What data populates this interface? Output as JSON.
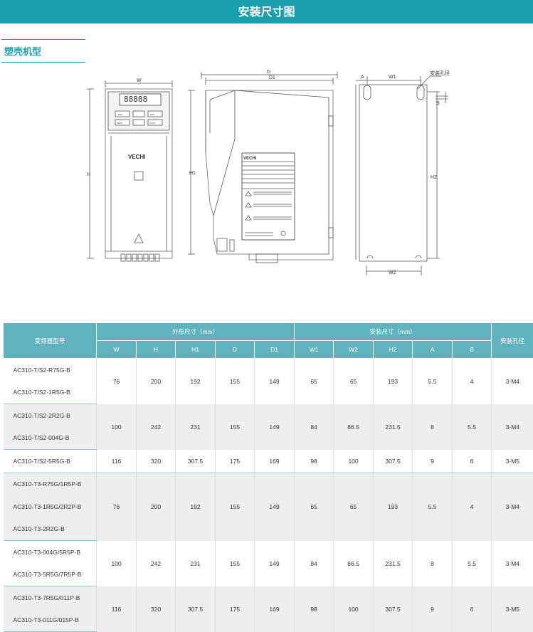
{
  "page": {
    "title": "安装尺寸图",
    "section": "塑壳机型"
  },
  "drawing": {
    "front": {
      "W": "W",
      "H": "H",
      "brand": "VECHI",
      "display": "88888",
      "keys": [
        "PRG",
        "RUN",
        "SHIFT",
        "STOP"
      ]
    },
    "side": {
      "D": "D",
      "D1": "D1",
      "H1": "H1",
      "brand": "VECHI"
    },
    "rear": {
      "W1": "W1",
      "W2": "W2",
      "A": "A",
      "B": "B",
      "H2": "H2",
      "hole_label": "安装孔径"
    }
  },
  "table": {
    "header_model": "变频器型号",
    "header_outer": "外形尺寸（mm）",
    "header_mount": "安装尺寸（mm）",
    "header_hole": "安装孔径",
    "outer_cols": [
      "W",
      "H",
      "H1",
      "D",
      "D1"
    ],
    "mount_cols": [
      "W1",
      "W2",
      "H2",
      "A",
      "B"
    ],
    "groups": [
      {
        "models": [
          "AC310-T/S2-R75G-B",
          "AC310-T/S2-1R5G-B"
        ],
        "W": "76",
        "H": "200",
        "H1": "192",
        "D": "155",
        "D1": "149",
        "W1": "65",
        "W2": "65",
        "H2": "193",
        "A": "5.5",
        "B": "4",
        "hole": "3-M4"
      },
      {
        "models": [
          "AC310-T/S2-2R2G-B",
          "AC310-T/S2-004G-B"
        ],
        "W": "100",
        "H": "242",
        "H1": "231",
        "D": "155",
        "D1": "149",
        "W1": "84",
        "W2": "86.5",
        "H2": "231.5",
        "A": "8",
        "B": "5.5",
        "hole": "3-M4"
      },
      {
        "models": [
          "AC310-T/S2-5R5G-B"
        ],
        "W": "116",
        "H": "320",
        "H1": "307.5",
        "D": "175",
        "D1": "169",
        "W1": "98",
        "W2": "100",
        "H2": "307.5",
        "A": "9",
        "B": "6",
        "hole": "3-M5"
      },
      {
        "models": [
          "AC310-T3-R75G/1R5P-B",
          "AC310-T3-1R5G/2R2P-B",
          "AC310-T3-2R2G-B"
        ],
        "W": "76",
        "H": "200",
        "H1": "192",
        "D": "155",
        "D1": "149",
        "W1": "65",
        "W2": "65",
        "H2": "193",
        "A": "5.5",
        "B": "4",
        "hole": "3-M4"
      },
      {
        "models": [
          "AC310-T3-004G/5R5P-B",
          "AC310-T3-5R5G/7R5P-B"
        ],
        "W": "100",
        "H": "242",
        "H1": "231",
        "D": "155",
        "D1": "149",
        "W1": "84",
        "W2": "86.5",
        "H2": "231.5",
        "A": "8",
        "B": "5.5",
        "hole": "3-M4"
      },
      {
        "models": [
          "AC310-T3-7R5G/011P-B",
          "AC310-T3-011G/015P-B"
        ],
        "W": "116",
        "H": "320",
        "H1": "307.5",
        "D": "175",
        "D1": "169",
        "W1": "98",
        "W2": "100",
        "H2": "307.5",
        "A": "9",
        "B": "6",
        "hole": "3-M5"
      }
    ]
  },
  "colors": {
    "accent": "#1aa0ad",
    "header": "#5fb3bd",
    "alt_row": "#eeeeee"
  }
}
